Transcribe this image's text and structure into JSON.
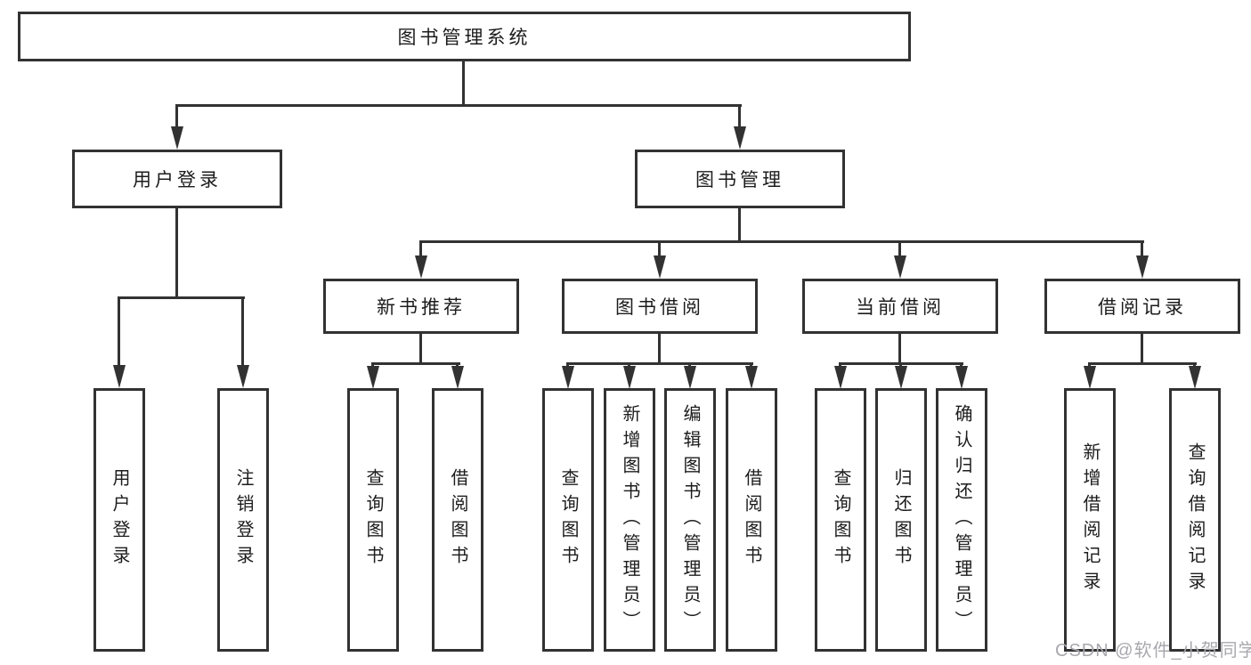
{
  "diagram": {
    "type": "tree",
    "colors": {
      "line": "#323232",
      "box_border": "#323232",
      "box_background": "#ffffff",
      "text": "#1c1c1c",
      "watermark": "#a8a8ae"
    },
    "tree": {
      "root": {
        "label": "图书管理系统",
        "children": [
          {
            "label": "用户登录",
            "children": [
              {
                "label": "用户登录"
              },
              {
                "label": "注销登录"
              }
            ]
          },
          {
            "label": "图书管理",
            "children": [
              {
                "label": "新书推荐",
                "children": [
                  {
                    "label": "查询图书"
                  },
                  {
                    "label": "借阅图书"
                  }
                ]
              },
              {
                "label": "图书借阅",
                "children": [
                  {
                    "label": "查询图书"
                  },
                  {
                    "label": "新增图书（管理员）"
                  },
                  {
                    "label": "编辑图书（管理员）"
                  },
                  {
                    "label": "借阅图书"
                  }
                ]
              },
              {
                "label": "当前借阅",
                "children": [
                  {
                    "label": "查询图书"
                  },
                  {
                    "label": "归还图书"
                  },
                  {
                    "label": "确认归还（管理员）"
                  }
                ]
              },
              {
                "label": "借阅记录",
                "children": [
                  {
                    "label": "新增借阅记录"
                  },
                  {
                    "label": "查询借阅记录"
                  }
                ]
              }
            ]
          }
        ]
      }
    },
    "watermark": {
      "text": "CSDN @软件_小贺同学"
    }
  }
}
